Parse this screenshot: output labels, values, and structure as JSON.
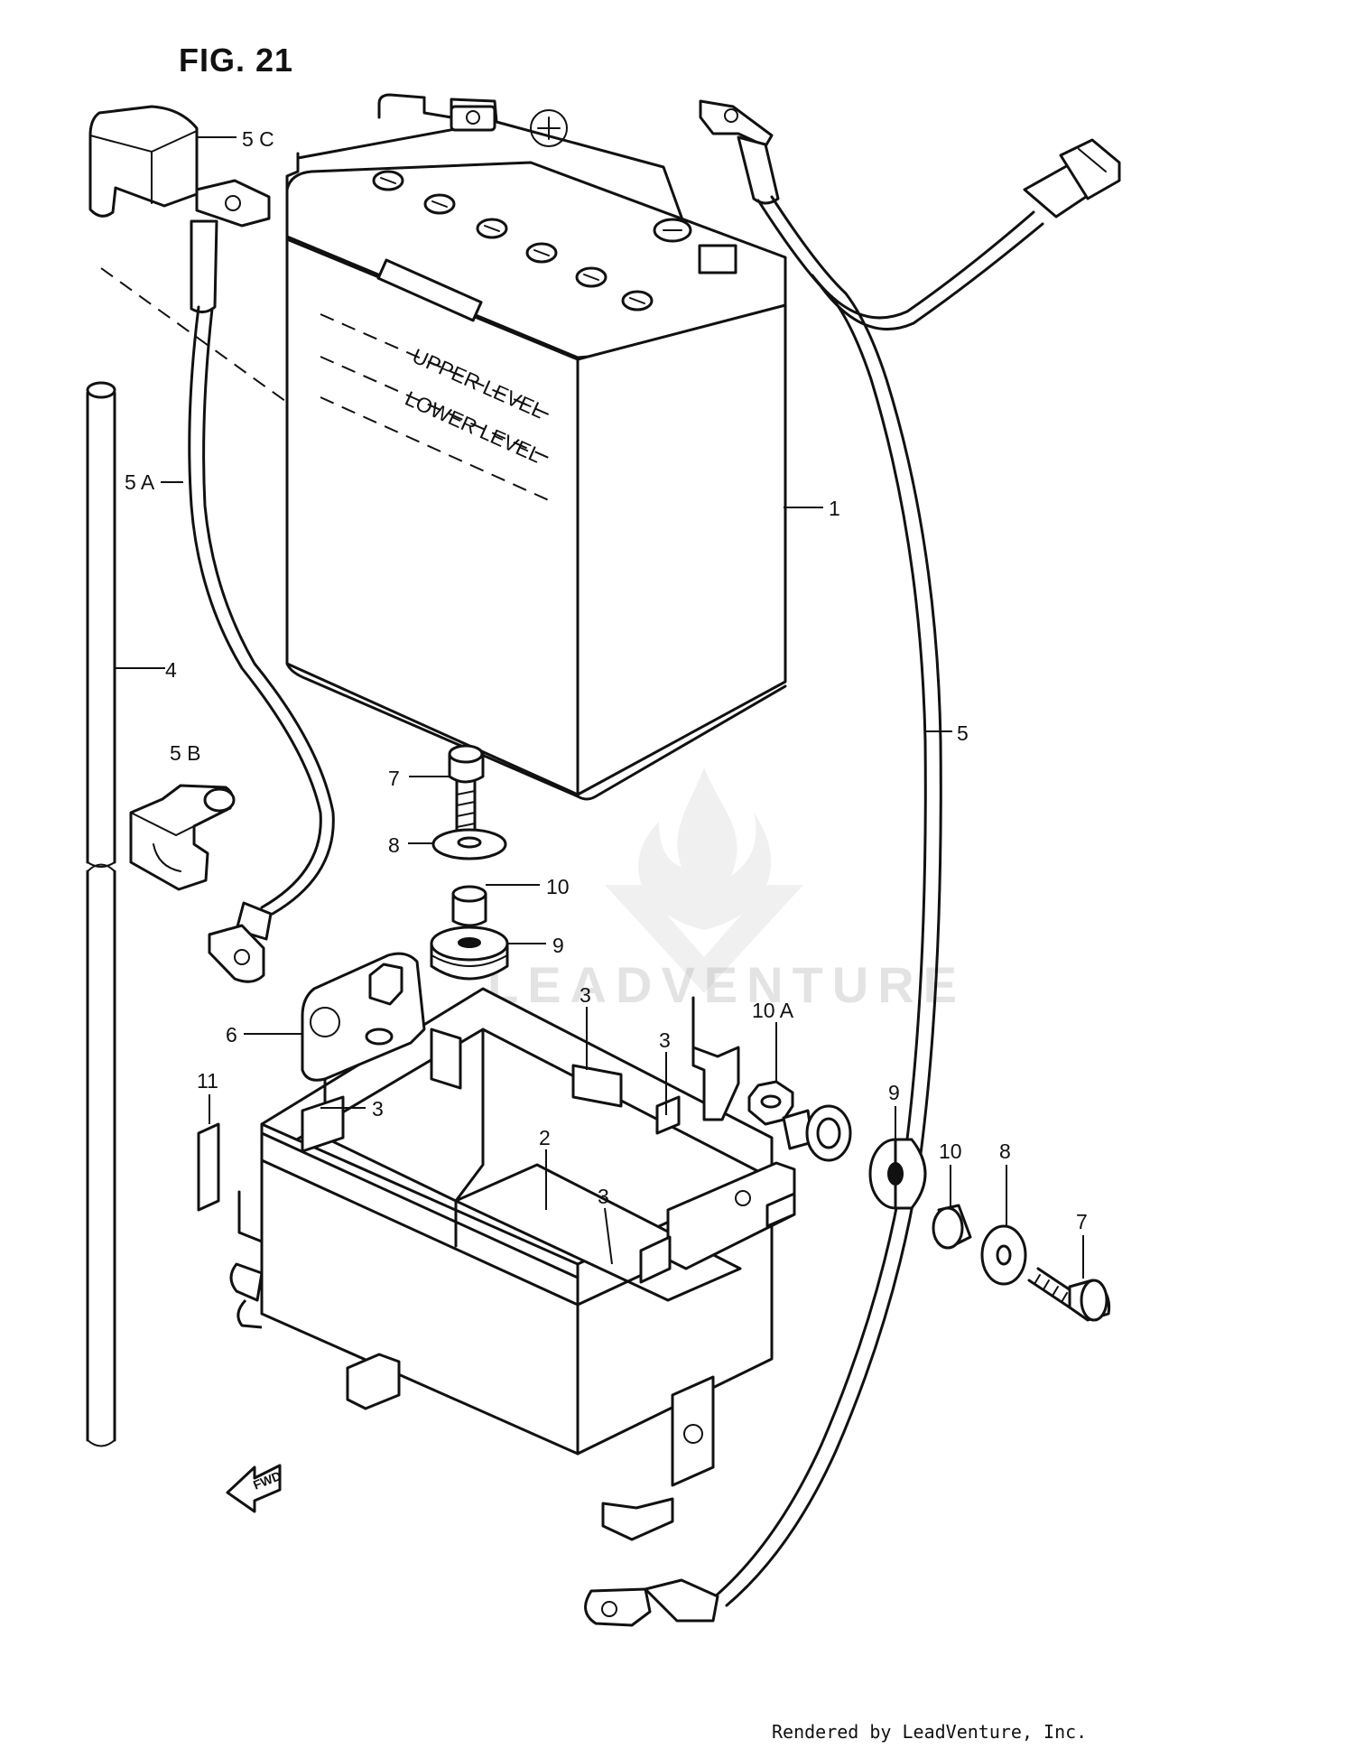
{
  "figure": {
    "title": "FIG. 21",
    "footer": "Rendered by LeadVenture, Inc.",
    "watermark": "LEADVENTURE",
    "fwd_label": "FWD"
  },
  "battery_markings": {
    "upper": "UPPER LEVEL",
    "lower": "LOWER LEVEL"
  },
  "callouts": [
    {
      "id": "5c",
      "text": "5 C"
    },
    {
      "id": "5a",
      "text": "5 A"
    },
    {
      "id": "1",
      "text": "1"
    },
    {
      "id": "4",
      "text": "4"
    },
    {
      "id": "5b",
      "text": "5 B"
    },
    {
      "id": "5",
      "text": "5"
    },
    {
      "id": "7-top",
      "text": "7"
    },
    {
      "id": "8-top",
      "text": "8"
    },
    {
      "id": "10-top",
      "text": "10"
    },
    {
      "id": "9-top",
      "text": "9"
    },
    {
      "id": "6",
      "text": "6"
    },
    {
      "id": "3-a",
      "text": "3"
    },
    {
      "id": "3-b",
      "text": "3"
    },
    {
      "id": "3-c",
      "text": "3"
    },
    {
      "id": "3-d",
      "text": "3"
    },
    {
      "id": "10a",
      "text": "10 A"
    },
    {
      "id": "11",
      "text": "11"
    },
    {
      "id": "2",
      "text": "2"
    },
    {
      "id": "9-right",
      "text": "9"
    },
    {
      "id": "10-right",
      "text": "10"
    },
    {
      "id": "8-right",
      "text": "8"
    },
    {
      "id": "7-right",
      "text": "7"
    }
  ]
}
